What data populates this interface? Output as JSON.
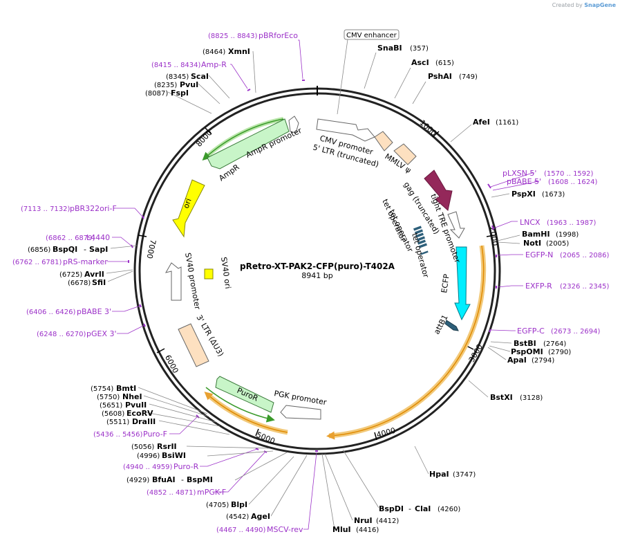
{
  "credit": {
    "prefix": "Created by",
    "brand": "SnapGene"
  },
  "plasmid": {
    "name": "pRetro-XT-PAK2-CFP(puro)-T402A",
    "length_label": "8941 bp"
  },
  "ticks": [
    "1000",
    "2000",
    "3000",
    "4000",
    "5000",
    "6000",
    "7000",
    "8000"
  ],
  "enzymes": [
    {
      "name": "SnaBI",
      "pos": "(357)"
    },
    {
      "name": "AscI",
      "pos": "(615)"
    },
    {
      "name": "PshAI",
      "pos": "(749)"
    },
    {
      "name": "AfeI",
      "pos": "(1161)"
    },
    {
      "name": "PspXI",
      "pos": "(1673)"
    },
    {
      "name": "BamHI",
      "pos": "(1998)"
    },
    {
      "name": "NotI",
      "pos": "(2005)"
    },
    {
      "name": "BstBI",
      "pos": "(2764)"
    },
    {
      "name": "PspOMI",
      "pos": "(2790)"
    },
    {
      "name": "ApaI",
      "pos": "(2794)"
    },
    {
      "name": "BstXI",
      "pos": "(3128)"
    },
    {
      "name": "HpaI",
      "pos": "(3747)"
    },
    {
      "name": "BspDI",
      "name2": "ClaI",
      "pos": "(4260)"
    },
    {
      "name": "NruI",
      "pos": "(4412)"
    },
    {
      "name": "MluI",
      "pos": "(4416)"
    },
    {
      "name": "AgeI",
      "pos": "(4542)"
    },
    {
      "name": "BlpI",
      "pos": "(4705)"
    },
    {
      "name": "BfuAI",
      "name2": "BspMI",
      "pos": "(4929)"
    },
    {
      "name": "BsiWI",
      "pos": "(4996)"
    },
    {
      "name": "RsrII",
      "pos": "(5056)"
    },
    {
      "name": "DraIII",
      "pos": "(5511)"
    },
    {
      "name": "EcoRV",
      "pos": "(5608)"
    },
    {
      "name": "PvuII",
      "pos": "(5651)"
    },
    {
      "name": "NheI",
      "pos": "(5750)"
    },
    {
      "name": "BmtI",
      "pos": "(5754)"
    },
    {
      "name": "SfiI",
      "pos": "(6678)"
    },
    {
      "name": "AvrII",
      "pos": "(6725)"
    },
    {
      "name": "BspQI",
      "name2": "SapI",
      "pos": "(6856)"
    },
    {
      "name": "FspI",
      "pos": "(8087)"
    },
    {
      "name": "PvuI",
      "pos": "(8235)"
    },
    {
      "name": "ScaI",
      "pos": "(8345)"
    },
    {
      "name": "XmnI",
      "pos": "(8464)"
    }
  ],
  "primers": [
    {
      "name": "pBRforEco",
      "range": "(8825 .. 8843)"
    },
    {
      "name": "Amp-R",
      "range": "(8415 .. 8434)"
    },
    {
      "name": "pLXSN 5'",
      "range": "(1570 .. 1592)"
    },
    {
      "name": "pBABE 5'",
      "range": "(1608 .. 1624)"
    },
    {
      "name": "LNCX",
      "range": "(1963 .. 1987)"
    },
    {
      "name": "EGFP-N",
      "range": "(2065 .. 2086)"
    },
    {
      "name": "EXFP-R",
      "range": "(2326 .. 2345)"
    },
    {
      "name": "EGFP-C",
      "range": "(2673 .. 2694)"
    },
    {
      "name": "pBR322ori-F",
      "range": "(7113 .. 7132)"
    },
    {
      "name": "L4440",
      "range": "(6862 .. 6879)"
    },
    {
      "name": "pRS-marker",
      "range": "(6762 .. 6781)"
    },
    {
      "name": "pBABE 3'",
      "range": "(6406 .. 6426)"
    },
    {
      "name": "pGEX 3'",
      "range": "(6248 .. 6270)"
    },
    {
      "name": "Puro-F",
      "range": "(5436 .. 5456)"
    },
    {
      "name": "Puro-R",
      "range": "(4940 .. 4959)"
    },
    {
      "name": "mPGK-F",
      "range": "(4852 .. 4871)"
    },
    {
      "name": "MSCV-rev",
      "range": "(4467 .. 4490)"
    }
  ],
  "features": {
    "cmv_enhancer": "CMV enhancer",
    "cmv_promoter": "CMV promoter",
    "ltr5": "5' LTR (truncated)",
    "mmlv_psi": "MMLV ψ",
    "gag": "gag (truncated)",
    "tre": "tight TRE promoter",
    "tet_op1": "tet operator",
    "tet_op2": "tet operator",
    "tet_op3": "tet operator",
    "ecfp": "ECFP",
    "attb1": "attB1",
    "ampr": "AmpR",
    "ampr_promoter": "AmpR promoter",
    "ori": "ori",
    "sv40_promoter": "SV40 promoter",
    "sv40_ori": "SV40 ori",
    "ltr3": "3' LTR (ΔU3)",
    "puror": "PuroR",
    "pgk_promoter": "PGK promoter"
  },
  "colors": {
    "enzyme": "#000000",
    "primer": "#9b30c8",
    "ampr": "#c8f5c8",
    "ori": "#ffff00",
    "ltr": "#fde0c0",
    "gag": "#94285a",
    "ecfp": "#00eeff",
    "tet": "#2d5f7a",
    "orf_highlight": "#f2c97a"
  }
}
